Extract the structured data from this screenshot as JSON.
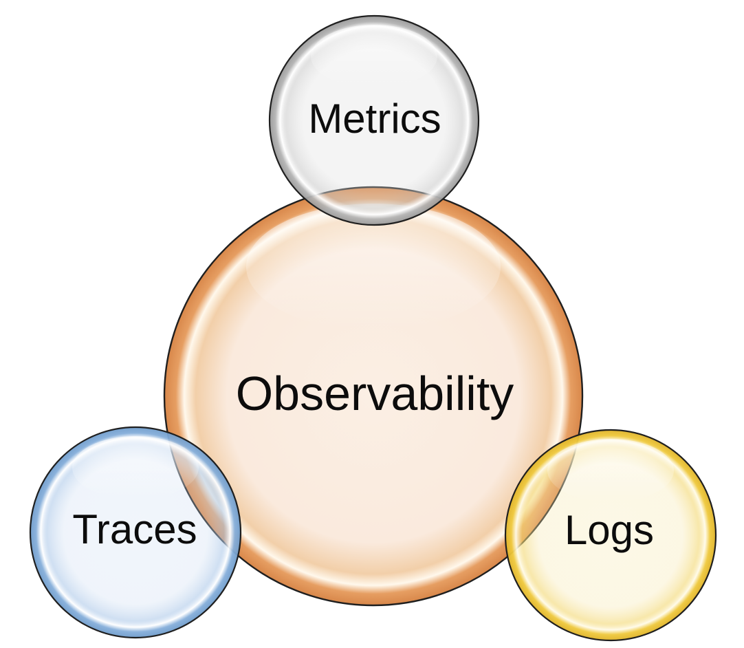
{
  "diagram": {
    "type": "bubble-venn",
    "center": {
      "id": "observability",
      "label": "Observability"
    },
    "satellites": [
      {
        "id": "metrics",
        "label": "Metrics",
        "position": "top"
      },
      {
        "id": "traces",
        "label": "Traces",
        "position": "bottom-left"
      },
      {
        "id": "logs",
        "label": "Logs",
        "position": "bottom-right"
      }
    ]
  },
  "colors": {
    "background": "#FFFFFF",
    "outline": "#1F1F1F",
    "text": "#0C0C0C",
    "gloss": "#FFFFFF",
    "observability": {
      "interior": "#FBEFE4",
      "interior2": "#FAEADD",
      "band": "#F2CFA9",
      "highlight": "#FFF8EC",
      "rim": "#E69E62",
      "edge": "#D8874A"
    },
    "metrics": {
      "interior": "#DCDCDC",
      "band": "#C9C9C9",
      "highlight": "#FFFFFF",
      "rim": "#B3B3B3",
      "edge": "#999999"
    },
    "traces": {
      "interior": "#C7D9F0",
      "band": "#A9C6E8",
      "highlight": "#FFFFFF",
      "rim": "#85AEDA",
      "edge": "#6F9CCB"
    },
    "logs": {
      "interior": "#F7E7AC",
      "band": "#F3D873",
      "highlight": "#FFFBEA",
      "rim": "#EFC93E",
      "edge": "#DFB32A"
    }
  }
}
